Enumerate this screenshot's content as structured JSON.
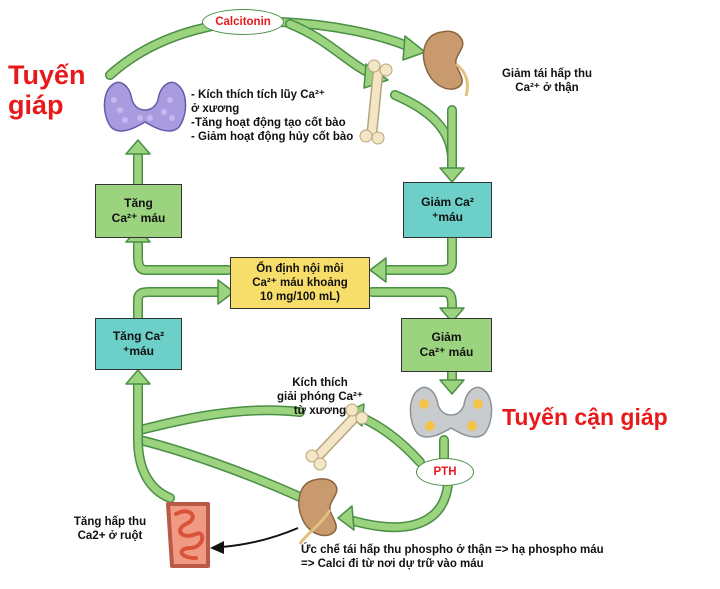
{
  "titles": {
    "thyroid": "Tuyến\ngiáp",
    "parathyroid": "Tuyến cận giáp"
  },
  "hormones": {
    "calcitonin": "Calcitonin",
    "pth": "PTH"
  },
  "boxes": {
    "increase_left_top": "Tăng\nCa²⁺ máu",
    "decrease_right_top": "Giảm Ca²\n⁺máu",
    "center": "Ổn định nội môi\nCa²⁺ máu khoảng\n10 mg/100 mL)",
    "increase_left_bottom": "Tăng Ca²\n⁺máu",
    "decrease_right_bottom": "Giảm\nCa²⁺ máu"
  },
  "labels": {
    "bone_effects": "- Kích thích tích lũy Ca²⁺\nở xương\n-Tăng hoạt động tạo cốt bào\n- Giảm hoạt động hủy cốt bào",
    "kidney_top": "Giảm tái hấp thu\nCa²⁺ ở thận",
    "bone_release": "Kích thích\ngiải phóng Ca²⁺\ntừ xương",
    "intestine": "Tăng hấp thu\nCa2+ ở ruột",
    "kidney_bottom": "Ức chế tái hấp thu phospho ở thận => hạ phospho máu\n=> Calci đi từ nơi dự trữ vào máu"
  },
  "colors": {
    "arrow_fill": "#9cd37f",
    "arrow_stroke": "#4a8f45",
    "green_box": "#9cd37f",
    "teal_box": "#6ccfc8",
    "yellow_box": "#f7de6a",
    "title_red": "#e8191b",
    "thyroid": "#a99be0",
    "parathyroid": "#c9cccf",
    "kidney": "#c99a6e",
    "bone": "#f2e6c6",
    "intestine": "#e8735d"
  }
}
